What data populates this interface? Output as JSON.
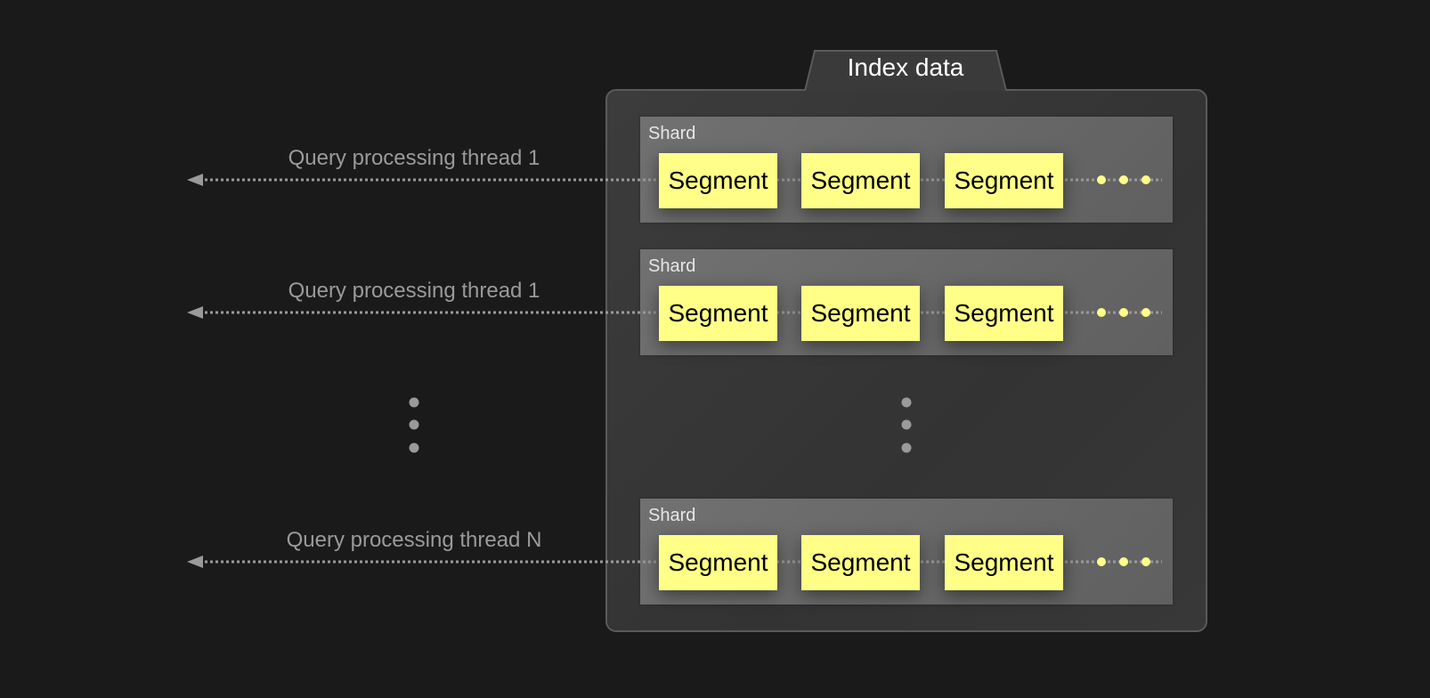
{
  "container": {
    "title": "Index data"
  },
  "rows": [
    {
      "thread_label": "Query processing thread 1",
      "shard_label": "Shard",
      "segments": [
        "Segment",
        "Segment",
        "Segment"
      ]
    },
    {
      "thread_label": "Query processing thread 1",
      "shard_label": "Shard",
      "segments": [
        "Segment",
        "Segment",
        "Segment"
      ]
    },
    {
      "thread_label": "Query processing thread N",
      "shard_label": "Shard",
      "segments": [
        "Segment",
        "Segment",
        "Segment"
      ]
    }
  ],
  "colors": {
    "segment": "#ffff88",
    "arrow": "#9a9a9a",
    "background": "#1a1a1a"
  }
}
